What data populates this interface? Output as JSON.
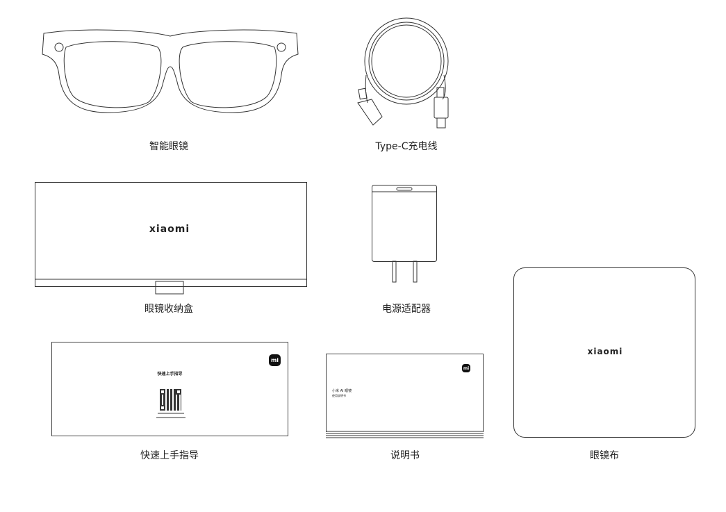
{
  "items": {
    "glasses": {
      "label": "智能眼镜"
    },
    "cable": {
      "label": "Type-C充电线"
    },
    "case": {
      "label": "眼镜收纳盒",
      "brand": "xiaomi"
    },
    "adapter": {
      "label": "电源适配器"
    },
    "cloth": {
      "label": "眼镜布",
      "brand": "xiaomi"
    },
    "quick_guide": {
      "label": "快速上手指导",
      "title": "快速上手指导",
      "logo": "mi"
    },
    "manual": {
      "label": "说明书",
      "title_line1": "小米 AI 眼镜",
      "title_line2": "使用说明书",
      "logo": "mi"
    }
  }
}
